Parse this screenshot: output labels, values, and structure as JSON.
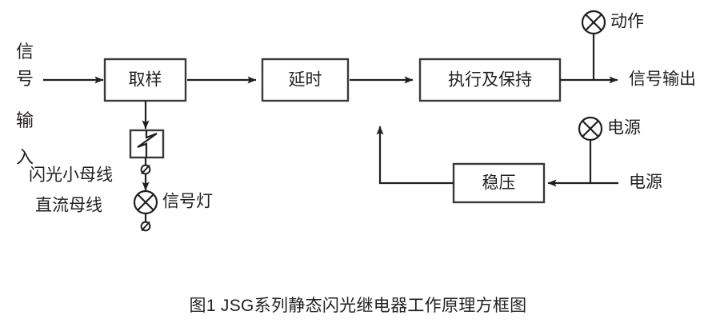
{
  "figure": {
    "caption": "图1  JSG系列静态闪光继电器工作原理方框图",
    "background_color": "#ffffff",
    "line_color": "#231f20",
    "box_stroke_color": "#3a3a3c"
  },
  "blocks": [
    {
      "id": "sampling",
      "label": "取样"
    },
    {
      "id": "delay",
      "label": "延时"
    },
    {
      "id": "execute-hold",
      "label": "执行及保持"
    },
    {
      "id": "regulator",
      "label": "稳压"
    },
    {
      "id": "relay-contact",
      "label": ""
    }
  ],
  "labels": {
    "signal_input_chars": [
      "信",
      "号",
      "输",
      "入"
    ],
    "flash_bus": "闪光小母线",
    "dc_bus": "直流母线",
    "signal_lamp": "信号灯",
    "action_lamp": "动作",
    "signal_output": "信号输出",
    "power_lamp": "电源",
    "power_input": "电源"
  },
  "symbols": {
    "lamp_icon": "lamp-cross-circle",
    "terminal_icon": "terminal-slashed-circle",
    "contact_icon": "relay-contact",
    "arrow_icon": "arrow-head"
  },
  "connections": [
    {
      "from": "signal-input",
      "to": "sampling",
      "direction": "right"
    },
    {
      "from": "sampling",
      "to": "delay",
      "direction": "right"
    },
    {
      "from": "delay",
      "to": "execute-hold",
      "direction": "right"
    },
    {
      "from": "execute-hold",
      "to": "signal-output",
      "direction": "right"
    },
    {
      "from": "sampling",
      "to": "relay-contact",
      "direction": "down"
    },
    {
      "from": "relay-contact",
      "to": "signal-lamp",
      "direction": "down"
    },
    {
      "from": "regulator",
      "to": "execute-hold",
      "direction": "up-left-feedback"
    },
    {
      "from": "power-input",
      "to": "regulator",
      "direction": "left"
    }
  ]
}
